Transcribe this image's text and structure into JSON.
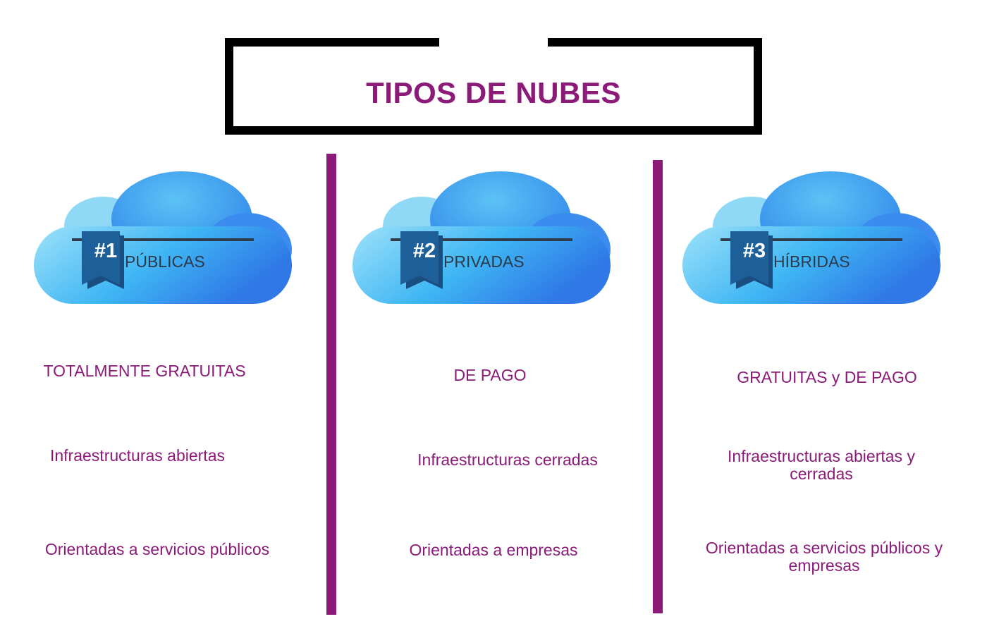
{
  "title": "TIPOS DE NUBES",
  "colors": {
    "accent": "#8b1a78",
    "badge": "#1d5f99",
    "cloud_light": "#8fdcf8",
    "cloud_mid": "#3fb3f3",
    "cloud_dark": "#2f7de8"
  },
  "columns": [
    {
      "badge": "#1",
      "name": "PÚBLICAS",
      "cost": "TOTALMENTE GRATUITAS",
      "infrastructure": "Infraestructuras abiertas",
      "orientation": "Orientadas a servicios públicos"
    },
    {
      "badge": "#2",
      "name": "PRIVADAS",
      "cost": "DE PAGO",
      "infrastructure": "Infraestructuras cerradas",
      "orientation": "Orientadas a empresas"
    },
    {
      "badge": "#3",
      "name": "HÍBRIDAS",
      "cost": "GRATUITAS y DE PAGO",
      "infrastructure": "Infraestructuras abiertas y cerradas",
      "orientation": "Orientadas a servicios públicos y empresas"
    }
  ]
}
